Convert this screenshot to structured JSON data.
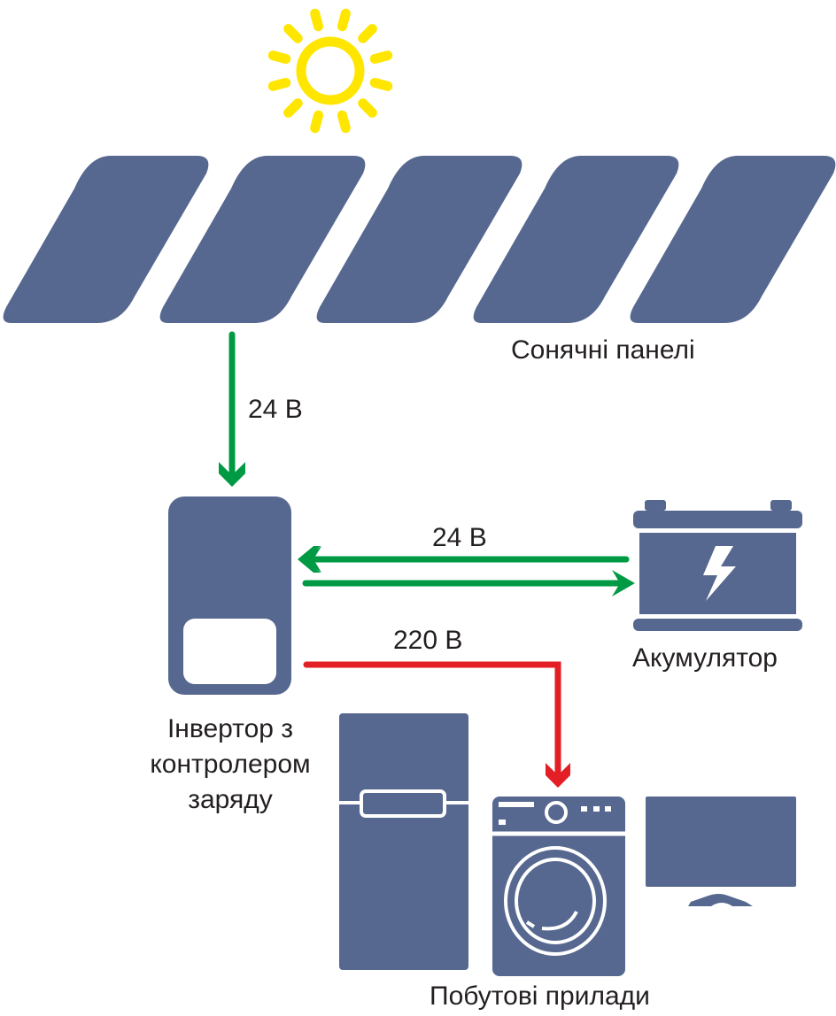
{
  "diagram": {
    "title": "Solar power system scheme",
    "colors": {
      "device": "#56688f",
      "sun": "#ffe600",
      "dc_arrow": "#009a44",
      "ac_arrow": "#e31e24",
      "text": "#231f20",
      "background": "#ffffff"
    },
    "nodes": {
      "sun": {
        "icon": "sun-icon"
      },
      "solar_panels": {
        "label": "Сонячні панелі",
        "count": 5,
        "icon": "solar-panel-icon"
      },
      "inverter": {
        "label_lines": [
          "Інвертор з",
          "контролером",
          "заряду"
        ],
        "icon": "inverter-icon"
      },
      "battery": {
        "label": "Акумулятор",
        "icon": "battery-icon",
        "symbol": "lightning-bolt-icon"
      },
      "appliances": {
        "label": "Побутові прилади",
        "items": [
          {
            "name": "refrigerator",
            "icon": "refrigerator-icon"
          },
          {
            "name": "washing machine",
            "icon": "washing-machine-icon"
          },
          {
            "name": "tv",
            "icon": "tv-icon"
          }
        ]
      }
    },
    "connections": [
      {
        "from": "solar_panels",
        "to": "inverter",
        "label": "24 В",
        "type": "dc"
      },
      {
        "from": "battery",
        "to": "inverter",
        "label": "24 В",
        "type": "dc",
        "bidirectional": true
      },
      {
        "from": "inverter",
        "to": "appliances",
        "label": "220 В",
        "type": "ac"
      }
    ]
  }
}
